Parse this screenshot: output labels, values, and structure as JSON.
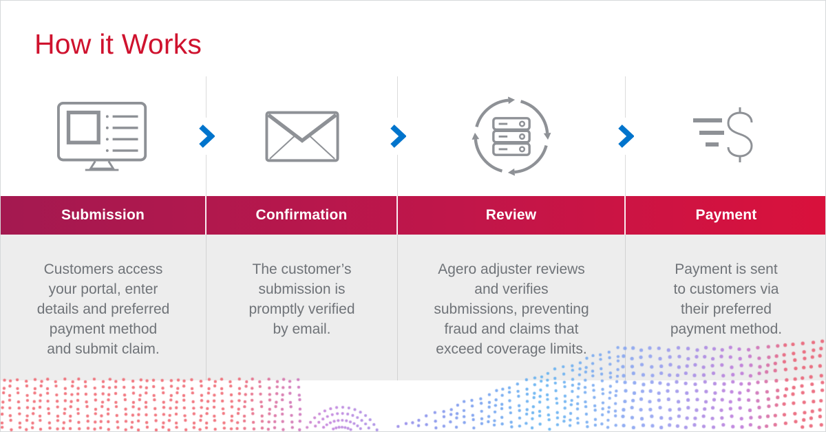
{
  "title": "How it Works",
  "steps": [
    {
      "label": "Submission",
      "icon": "portal-monitor-icon",
      "description": "Customers access\nyour portal, enter\ndetails and preferred\npayment method\nand submit claim."
    },
    {
      "label": "Confirmation",
      "icon": "envelope-icon",
      "description": "The customer’s\nsubmission is\npromptly verified\nby email."
    },
    {
      "label": "Review",
      "icon": "server-sync-icon",
      "description": "Agero adjuster reviews\nand verifies\nsubmissions, preventing\nfraud and claims that\nexceed coverage limits."
    },
    {
      "label": "Payment",
      "icon": "fast-payment-icon",
      "description": "Payment is sent\nto customers via\ntheir preferred\npayment method."
    }
  ],
  "theme": {
    "title_color": "#CF122E",
    "header_gradient_start": "#A41950",
    "header_gradient_end": "#D9113C",
    "header_text_color": "#FFFFFF",
    "body_background": "#EDEDED",
    "body_text_color": "#6F7378",
    "icon_color": "#8E9196",
    "chevron_color": "#0074CC",
    "divider_color": "#D2D2D2",
    "wave_colors": [
      "#EE5F6A",
      "#BC70D6",
      "#8287EA",
      "#57AEF0",
      "#8E9BF0",
      "#E9596E"
    ]
  }
}
